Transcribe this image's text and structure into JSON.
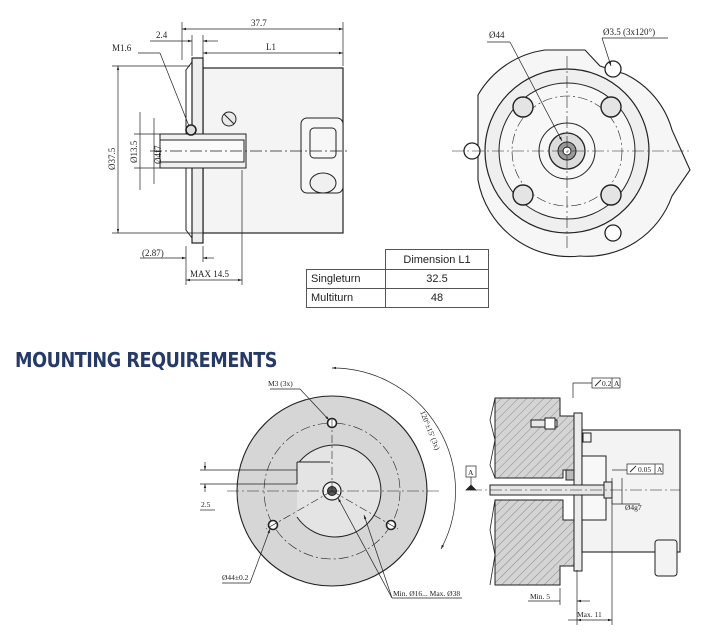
{
  "side_view": {
    "overall_length": "37.7",
    "flange_thk": "2.4",
    "l1": "L1",
    "thread": "M1.6",
    "body_dia": "Ø37.5",
    "pilot_dia": "Ø13.5",
    "shaft_dia": "Ø4f7",
    "recess": "(2.87)",
    "max_len": "MAX 14.5"
  },
  "front_view": {
    "outer_dia": "Ø44",
    "holes": "Ø3.5 (3x120°)"
  },
  "table": {
    "header": "Dimension  L1",
    "rows": [
      {
        "label": "Singleturn",
        "value": "32.5"
      },
      {
        "label": "Multiturn",
        "value": "48"
      }
    ]
  },
  "section_title": "MOUNTING REQUIREMENTS",
  "mounting_front": {
    "screws": "M3 (3x)",
    "angle": "120°±15' (3x)",
    "slot": "2.5",
    "pcd": "Ø44±0.2",
    "bore_range": "Min. Ø16... Max. Ø38"
  },
  "mounting_section": {
    "tol1": "0.2",
    "datum1": "A",
    "tol2": "0.05",
    "datum2": "A",
    "datum_label": "A",
    "shaft": "Ø4g7",
    "min_depth": "Min. 5",
    "max_depth": "Max. 11"
  }
}
